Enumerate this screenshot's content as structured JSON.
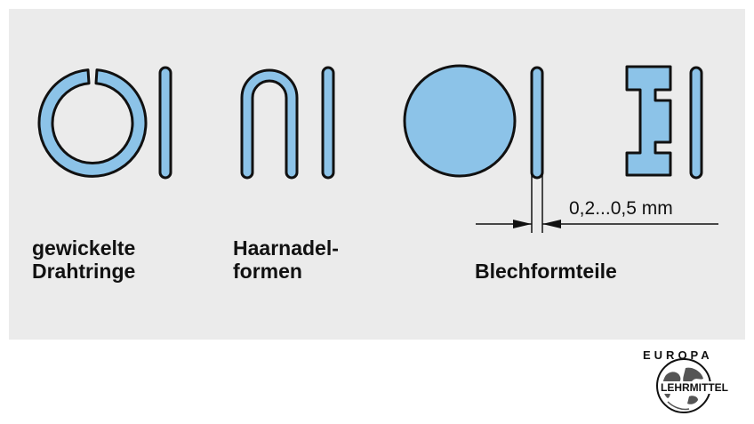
{
  "labels": {
    "wire_rings_line1": "gewickelte",
    "wire_rings_line2": "Drahtringe",
    "hairpin_line1": "Haarnadel-",
    "hairpin_line2": "formen",
    "sheet_parts": "Blechformteile",
    "thickness_range": "0,2...0,5 mm"
  },
  "logo": {
    "top_text": "EUROPA",
    "bottom_text": "LEHRMITTEL"
  },
  "colors": {
    "panel": "#ebebeb",
    "part_fill": "#8cc3e8",
    "outline": "#111111"
  }
}
